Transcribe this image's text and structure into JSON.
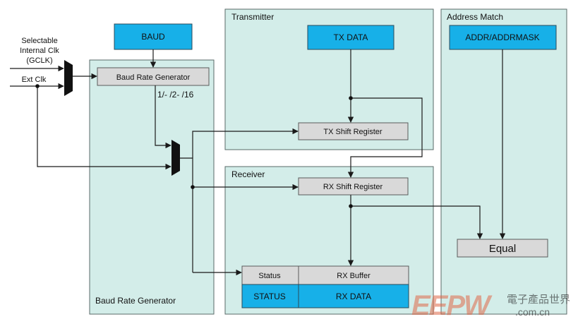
{
  "regions": {
    "baud_rate_generator": "Baud Rate Generator",
    "transmitter": "Transmitter",
    "receiver": "Receiver",
    "address_match": "Address Match"
  },
  "blocks": {
    "baud": "BAUD",
    "baud_rate_gen": "Baud Rate Generator",
    "tx_data": "TX DATA",
    "tx_shift": "TX Shift Register",
    "rx_shift": "RX Shift Register",
    "addr_mask": "ADDR/ADDRMASK",
    "equal": "Equal",
    "status_label": "Status",
    "rx_buffer": "RX Buffer",
    "status": "STATUS",
    "rx_data": "RX DATA"
  },
  "labels": {
    "selectable_1": "Selectable",
    "selectable_2": "Internal Clk",
    "selectable_3": "(GCLK)",
    "ext_clk": "Ext Clk",
    "divider": "1/- /2- /16"
  },
  "watermark": {
    "logo": "EEPW",
    "cn": "電子產品世界",
    "url": ".com.cn"
  },
  "colors": {
    "region": "#d3ede9",
    "blue_register": "#17b0e8",
    "grey_block": "#d9d9d9"
  }
}
